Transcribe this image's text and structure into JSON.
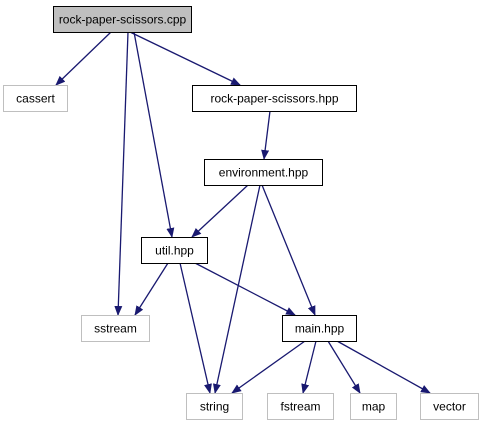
{
  "graph": {
    "nodes": [
      {
        "id": "rock_paper_scissors_cpp",
        "label": "rock-paper-scissors.cpp",
        "style": "root"
      },
      {
        "id": "cassert",
        "label": "cassert",
        "style": "external"
      },
      {
        "id": "rock_paper_scissors_hpp",
        "label": "rock-paper-scissors.hpp",
        "style": "local"
      },
      {
        "id": "environment_hpp",
        "label": "environment.hpp",
        "style": "local"
      },
      {
        "id": "util_hpp",
        "label": "util.hpp",
        "style": "local"
      },
      {
        "id": "sstream",
        "label": "sstream",
        "style": "external"
      },
      {
        "id": "main_hpp",
        "label": "main.hpp",
        "style": "local"
      },
      {
        "id": "string",
        "label": "string",
        "style": "external"
      },
      {
        "id": "fstream",
        "label": "fstream",
        "style": "external"
      },
      {
        "id": "map",
        "label": "map",
        "style": "external"
      },
      {
        "id": "vector",
        "label": "vector",
        "style": "external"
      }
    ],
    "edges": [
      {
        "from": "rock_paper_scissors_cpp",
        "to": "cassert"
      },
      {
        "from": "rock_paper_scissors_cpp",
        "to": "rock_paper_scissors_hpp"
      },
      {
        "from": "rock_paper_scissors_cpp",
        "to": "sstream"
      },
      {
        "from": "rock_paper_scissors_cpp",
        "to": "util_hpp"
      },
      {
        "from": "rock_paper_scissors_hpp",
        "to": "environment_hpp"
      },
      {
        "from": "environment_hpp",
        "to": "util_hpp"
      },
      {
        "from": "environment_hpp",
        "to": "string"
      },
      {
        "from": "environment_hpp",
        "to": "main_hpp"
      },
      {
        "from": "util_hpp",
        "to": "sstream"
      },
      {
        "from": "util_hpp",
        "to": "string"
      },
      {
        "from": "util_hpp",
        "to": "main_hpp"
      },
      {
        "from": "main_hpp",
        "to": "string"
      },
      {
        "from": "main_hpp",
        "to": "fstream"
      },
      {
        "from": "main_hpp",
        "to": "map"
      },
      {
        "from": "main_hpp",
        "to": "vector"
      }
    ]
  },
  "colors": {
    "edge": "#191970",
    "root_fill": "#bfbfbf",
    "root_border": "#000000",
    "local_border": "#000000",
    "external_border": "#bfbfbf",
    "box_fill": "#ffffff"
  }
}
